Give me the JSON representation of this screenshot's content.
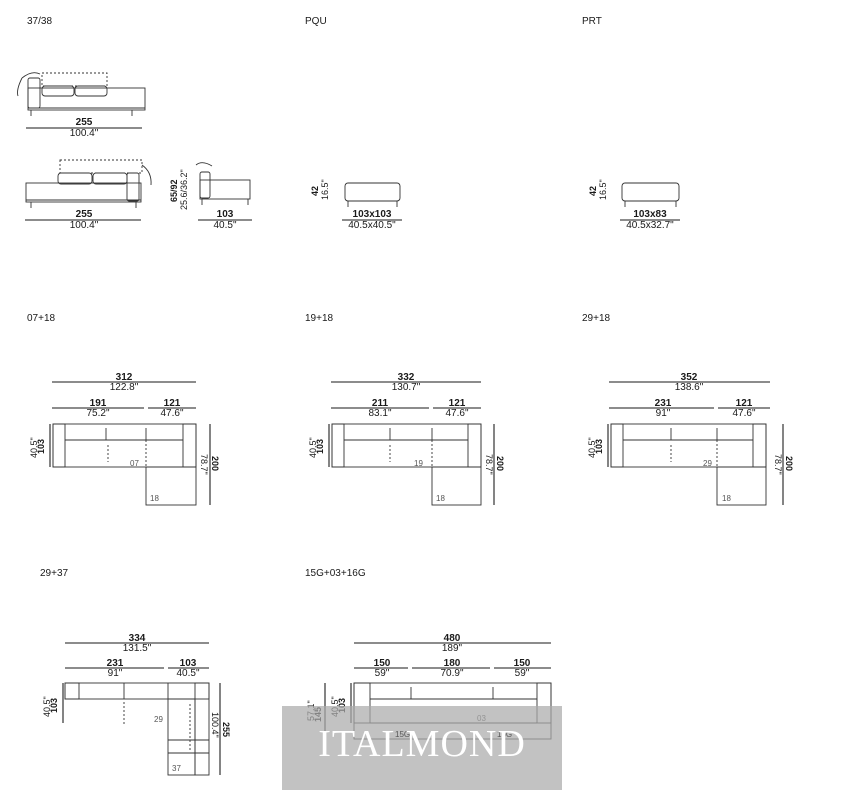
{
  "sections": {
    "s1": "37/38",
    "s2": "PQU",
    "s3": "PRT",
    "s4": "07+18",
    "s5": "19+18",
    "s6": "29+18",
    "s7": "29+37",
    "s8": "15G+03+16G"
  },
  "dims": {
    "a1_cm": "255",
    "a1_in": "100.4\"",
    "a2_cm": "255",
    "a2_in": "100.4\"",
    "a3_cm": "103",
    "a3_in": "40.5\"",
    "a3_h_cm": "65/92",
    "a3_h_in": "25.6/36.2\"",
    "pqu_cm": "103x103",
    "pqu_in": "40.5x40.5\"",
    "pqu_h_cm": "42",
    "pqu_h_in": "16.5\"",
    "prt_cm": "103x83",
    "prt_in": "40.5x32.7\"",
    "prt_h_cm": "42",
    "prt_h_in": "16.5\""
  },
  "plans": {
    "p0718": {
      "total_cm": "312",
      "total_in": "122.8\"",
      "left_cm": "191",
      "left_in": "75.2\"",
      "right_cm": "121",
      "right_in": "47.6\"",
      "depth_cm": "103",
      "depth_in": "40.5\"",
      "side_cm": "200",
      "side_in": "78.7\"",
      "mod_a": "07",
      "mod_b": "18"
    },
    "p1918": {
      "total_cm": "332",
      "total_in": "130.7\"",
      "left_cm": "211",
      "left_in": "83.1\"",
      "right_cm": "121",
      "right_in": "47.6\"",
      "depth_cm": "103",
      "depth_in": "40.5\"",
      "side_cm": "200",
      "side_in": "78.7\"",
      "mod_a": "19",
      "mod_b": "18"
    },
    "p2918": {
      "total_cm": "352",
      "total_in": "138.6\"",
      "left_cm": "231",
      "left_in": "91\"",
      "right_cm": "121",
      "right_in": "47.6\"",
      "depth_cm": "103",
      "depth_in": "40.5\"",
      "side_cm": "200",
      "side_in": "78.7\"",
      "mod_a": "29",
      "mod_b": "18"
    },
    "p2937": {
      "total_cm": "334",
      "total_in": "131.5\"",
      "left_cm": "231",
      "left_in": "91\"",
      "right_cm": "103",
      "right_in": "40.5\"",
      "depth_cm": "103",
      "depth_in": "40.5\"",
      "side_cm": "255",
      "side_in": "100.4\"",
      "mod_a": "29",
      "mod_b": "37"
    },
    "p15g": {
      "total_cm": "480",
      "total_in": "189\"",
      "a_cm": "150",
      "a_in": "59\"",
      "b_cm": "180",
      "b_in": "70.9\"",
      "c_cm": "150",
      "c_in": "59\"",
      "depth_cm": "103",
      "depth_in": "40.5\"",
      "depth2_cm": "145",
      "depth2_in": "57.1\"",
      "mod_a": "15G",
      "mod_b": "03",
      "mod_c": "16G"
    }
  },
  "watermark": "ITALMOND"
}
